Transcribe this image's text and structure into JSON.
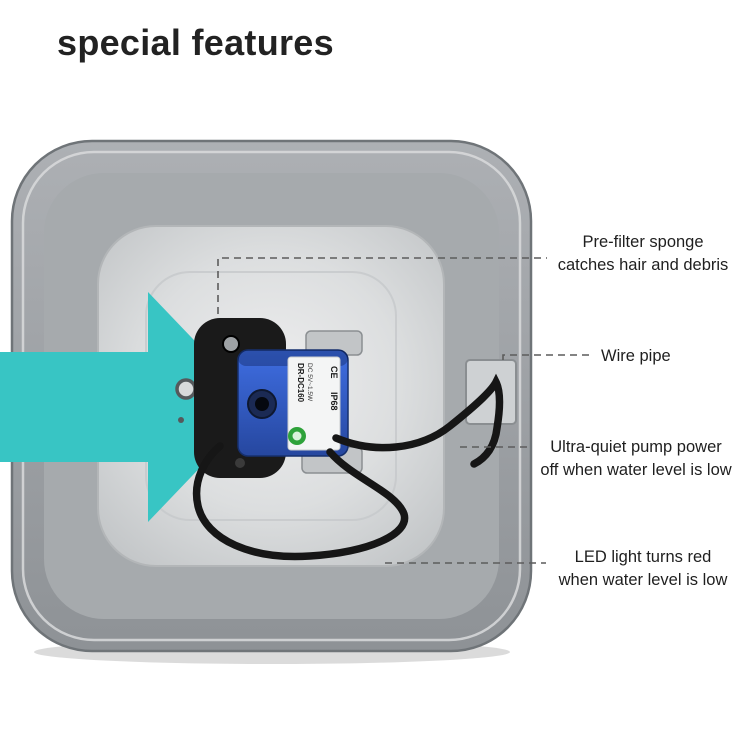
{
  "page": {
    "title": "special features"
  },
  "colors": {
    "accent_teal": "#38c5c4",
    "pump_blue": "#2e55bd",
    "leader_grey": "#5c5c5c",
    "text_dark": "#1f1f1f",
    "sponge_black": "#1a1a1a"
  },
  "callouts": {
    "sponge": {
      "line1": "Pre-filter sponge",
      "line2": "catches hair and debris"
    },
    "wire_pipe": {
      "label": "Wire pipe"
    },
    "pump": {
      "line1": "Ultra-quiet pump power",
      "line2": "off when water level is low"
    },
    "led": {
      "line1": "LED light turns red",
      "line2": "when water level is low"
    }
  },
  "pump_labels": {
    "model": "DR-DC160",
    "power": "DC 5V~1.5W",
    "cert_ce": "CE",
    "cert_ip": "IP68"
  }
}
